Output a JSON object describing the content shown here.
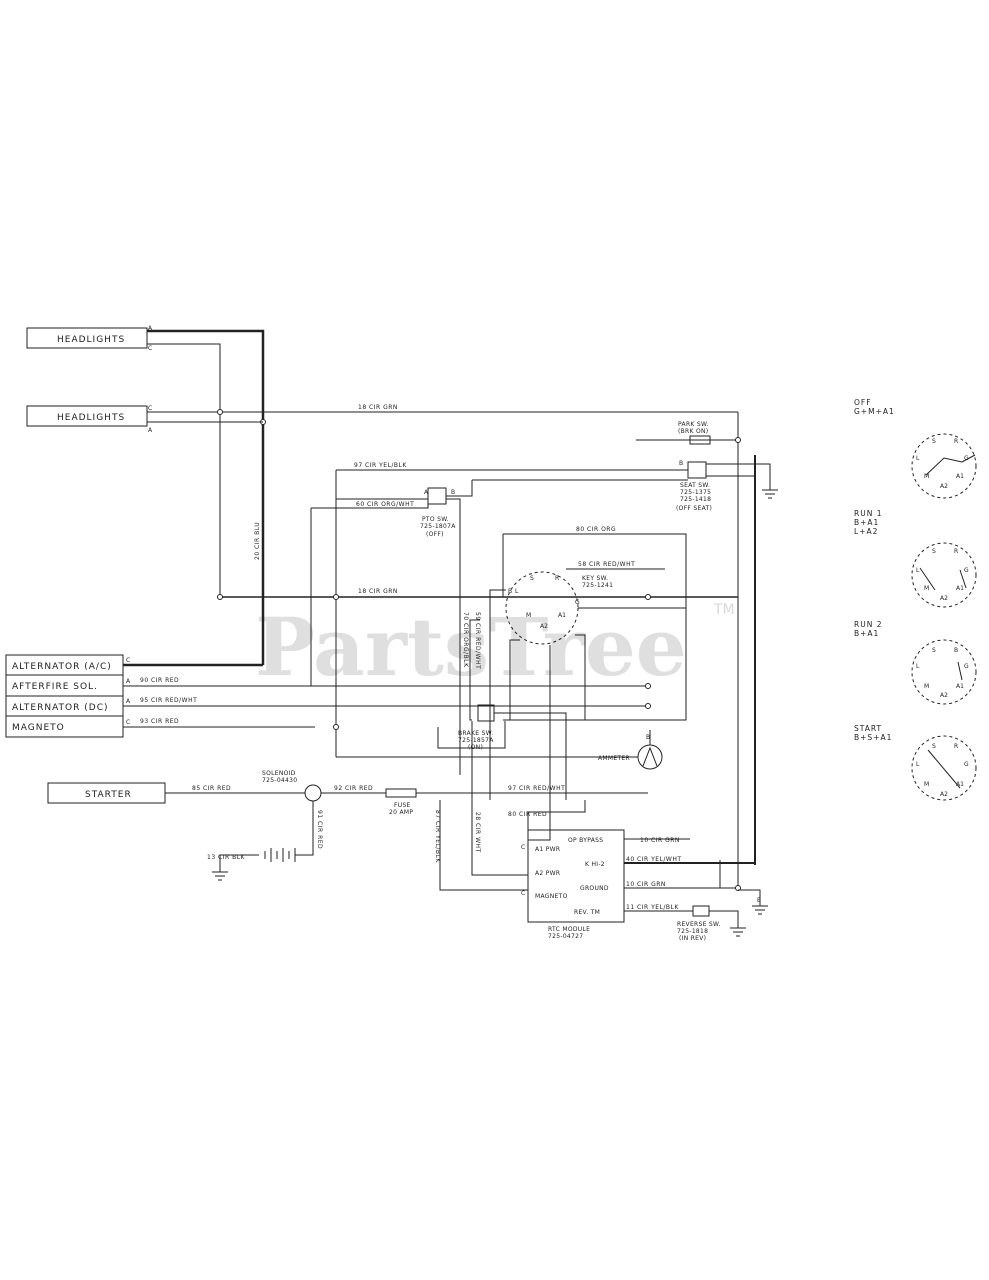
{
  "watermark": {
    "text": "PartsTree",
    "trademark": "TM"
  },
  "components": {
    "headlights_top": "HEADLIGHTS",
    "headlights_bottom": "HEADLIGHTS",
    "alternator_ac": "ALTERNATOR (A/C)",
    "afterfire_sol": "AFTERFIRE SOL.",
    "alternator_dc": "ALTERNATOR (DC)",
    "magneto": "MAGNETO",
    "starter": "STARTER"
  },
  "wires": {
    "w_18_grn_top": "18 CIR GRN",
    "w_20_blu": "20 CIR BLU",
    "w_97_yel_blk": "97 CIR YEL/BLK",
    "w_60_org_wht": "60 CIR ORG/WHT",
    "w_80_org": "80 CIR ORG",
    "w_58_red_wht": "58 CIR RED/WHT",
    "w_18_grn_mid": "18 CIR GRN",
    "w_70_org_blk": "70 CIR ORG/BLK",
    "w_59_red_wht": "59 CIR RED/WHT",
    "w_90_red": "90 CIR RED",
    "w_95_red_wht": "95 CIR RED/WHT",
    "w_93_red": "93 CIR RED",
    "w_85_red": "85 CIR RED",
    "w_92_red": "92 CIR RED",
    "w_97_red_wht": "97 CIR RED/WHT",
    "w_91_red": "91 CIR RED",
    "w_13_blk": "13 CIR BLK",
    "w_87_yel_blk": "87 CIR YEL/BLK",
    "w_28_wht": "28 CIR WHT",
    "w_80_red": "80 CIR RED",
    "w_10_grn_a": "10 CIR GRN",
    "w_40_yel_wht": "40 CIR YEL/WHT",
    "w_10_grn_b": "10 CIR GRN",
    "w_11_yel_blk": "11 CIR YEL/BLK"
  },
  "parts": {
    "park_sw": [
      "PARK SW.",
      "(BRK ON)"
    ],
    "seat_sw": [
      "SEAT SW.",
      "725-1375",
      "725-1418",
      "(OFF SEAT)"
    ],
    "pto_sw": [
      "PTO SW.",
      "725-1807A",
      "(OFF)"
    ],
    "key_sw": [
      "KEY SW.",
      "725-1241"
    ],
    "brake_sw": [
      "BRAKE SW.",
      "725-1857A",
      "(ON)"
    ],
    "ammeter": "AMMETER",
    "solenoid": [
      "SOLENOID",
      "725-04430"
    ],
    "fuse": [
      "FUSE",
      "20 AMP"
    ],
    "module": [
      "RTC MODULE",
      "725-04727"
    ],
    "reverse_sw": [
      "REVERSE SW.",
      "725-1818",
      "(IN REV)"
    ]
  },
  "module_terminals": {
    "a1": "A1 PWR",
    "a2": "A2 PWR",
    "mag": "MAGNETO",
    "bypass": "OP BYPASS",
    "khi": "K HI-2",
    "gnd": "GROUND",
    "rev": "REV. TM"
  },
  "switch_states": [
    {
      "title": "OFF",
      "combo": "G+M+A1"
    },
    {
      "title": "RUN 1",
      "combo": "B+A1",
      "combo2": "L+A2"
    },
    {
      "title": "RUN 2",
      "combo": "B+A1"
    },
    {
      "title": "START",
      "combo": "B+S+A1"
    }
  ],
  "pin_letters": {
    "a": "A",
    "b": "B",
    "c": "C",
    "e": "E",
    "g": "G",
    "l": "L",
    "m": "M",
    "s": "S",
    "r": "R",
    "a1": "A1",
    "a2": "A2"
  }
}
